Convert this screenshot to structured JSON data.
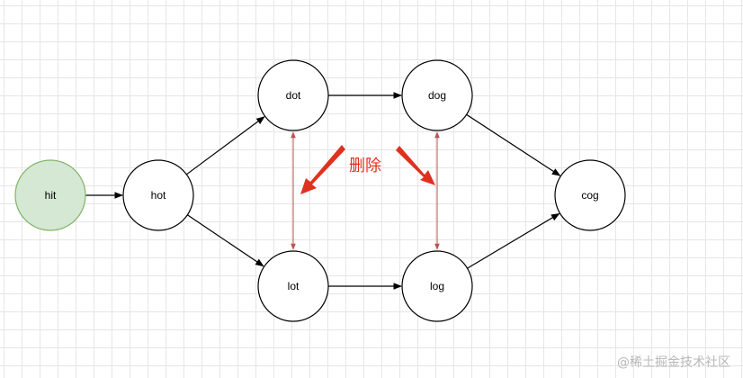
{
  "nodes": [
    {
      "id": "hit",
      "label": "hit",
      "highlight": true
    },
    {
      "id": "hot",
      "label": "hot"
    },
    {
      "id": "dot",
      "label": "dot"
    },
    {
      "id": "dog",
      "label": "dog"
    },
    {
      "id": "lot",
      "label": "lot"
    },
    {
      "id": "log",
      "label": "log"
    },
    {
      "id": "cog",
      "label": "cog"
    }
  ],
  "edges": [
    {
      "from": "hit",
      "to": "hot"
    },
    {
      "from": "hot",
      "to": "dot"
    },
    {
      "from": "hot",
      "to": "lot"
    },
    {
      "from": "dot",
      "to": "dog"
    },
    {
      "from": "lot",
      "to": "log"
    },
    {
      "from": "dog",
      "to": "cog"
    },
    {
      "from": "log",
      "to": "cog"
    }
  ],
  "removed_edges": [
    {
      "from": "dot",
      "to": "lot"
    },
    {
      "from": "dog",
      "to": "log"
    }
  ],
  "annotation": {
    "label": "删除"
  },
  "watermark": {
    "text": "@稀土掘金技术社区"
  },
  "colors": {
    "highlight_fill": "#d5e8d4",
    "highlight_stroke": "#82b366",
    "removed_edge": "#b85450",
    "annotation": "#e0301e"
  }
}
